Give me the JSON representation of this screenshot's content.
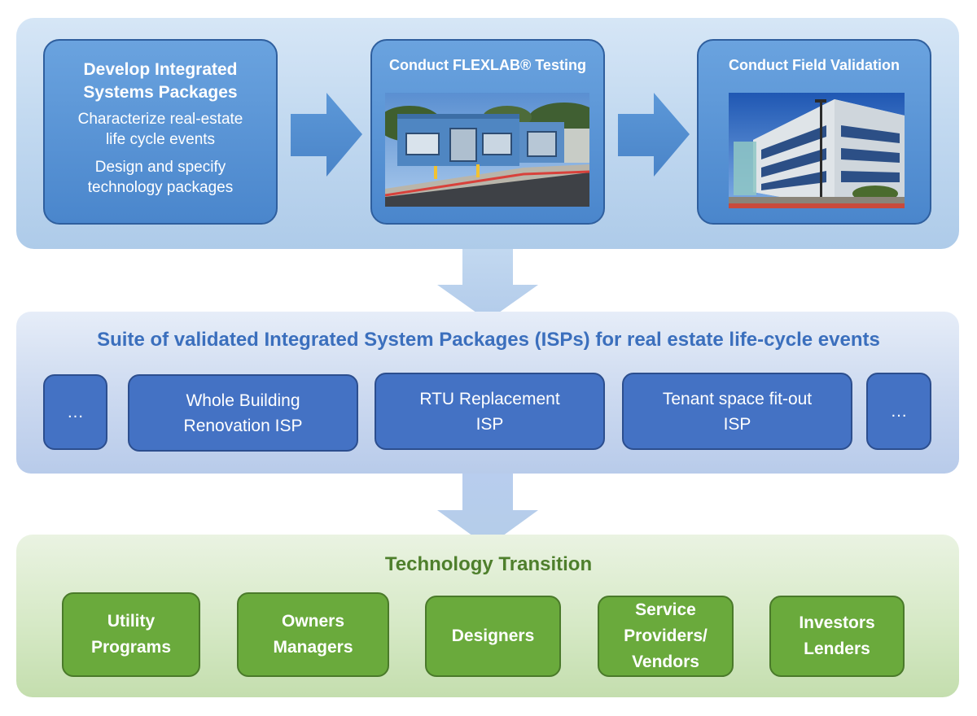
{
  "top": {
    "develop": {
      "title": [
        "Develop Integrated",
        "Systems Packages"
      ],
      "lines": [
        "Characterize real-estate",
        "life cycle events",
        "Design and specify",
        "technology packages"
      ]
    },
    "flexlab": {
      "title": "Conduct FLEXLAB® Testing"
    },
    "field": {
      "title": "Conduct Field Validation"
    }
  },
  "middle": {
    "title": "Suite of validated Integrated System Packages (ISPs) for real estate life-cycle events",
    "items": [
      {
        "lines": [
          "…"
        ]
      },
      {
        "lines": [
          "Whole Building",
          "Renovation ISP"
        ]
      },
      {
        "lines": [
          "RTU Replacement",
          "ISP"
        ]
      },
      {
        "lines": [
          "Tenant space fit-out",
          "ISP"
        ]
      },
      {
        "lines": [
          "…"
        ]
      }
    ]
  },
  "bottom": {
    "title": "Technology Transition",
    "items": [
      {
        "lines": [
          "Utility",
          "Programs"
        ]
      },
      {
        "lines": [
          "Owners",
          "Managers"
        ]
      },
      {
        "lines": [
          "Designers"
        ]
      },
      {
        "lines": [
          "Service",
          "Providers/",
          "Vendors"
        ]
      },
      {
        "lines": [
          "Investors",
          "Lenders"
        ]
      }
    ]
  },
  "colors": {
    "blue_box": "#4a86cc",
    "isp_box": "#4472c4",
    "green_box": "#6aaa3c",
    "mid_title": "#3b6fbd",
    "bot_title": "#4e7f2c"
  }
}
